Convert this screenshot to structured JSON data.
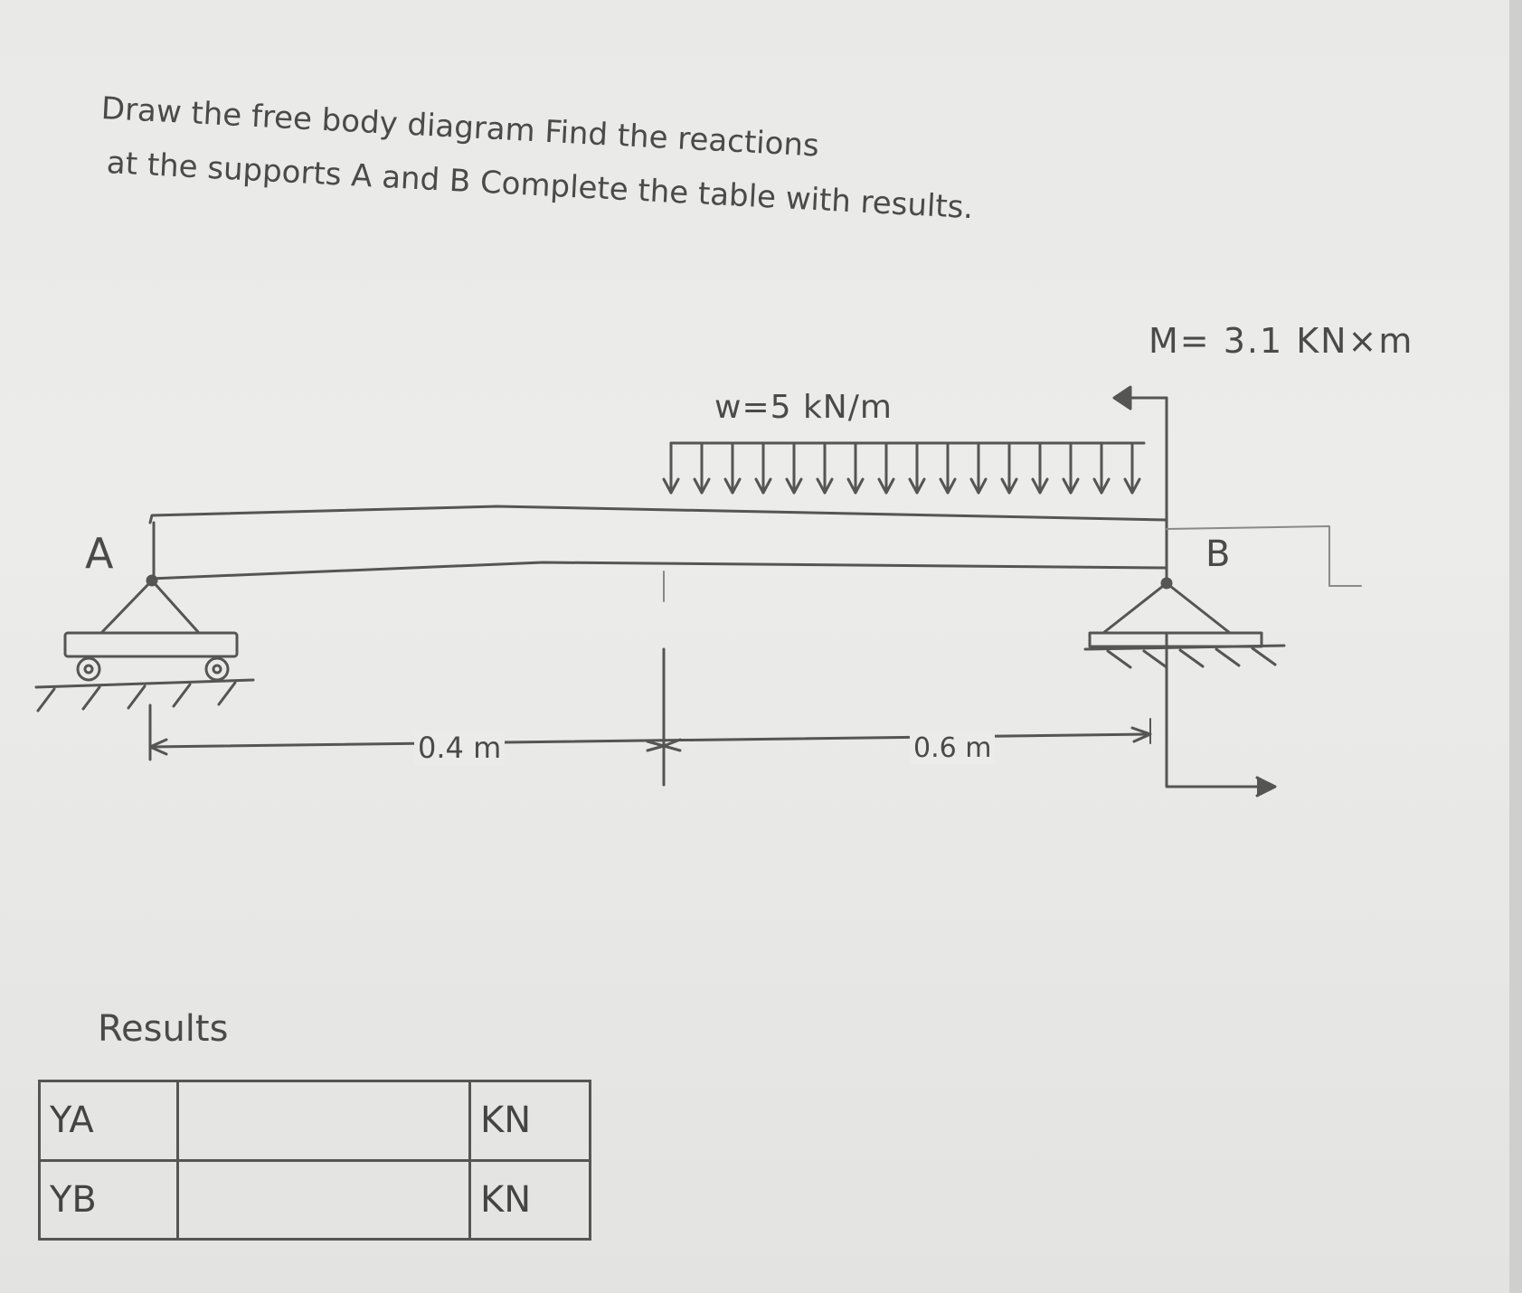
{
  "problem": {
    "line1": "Draw the free body diagram Find the reactions",
    "line2": "at the supports A and B Complete the table with results."
  },
  "beam": {
    "support_A_label": "A",
    "support_B_label": "B",
    "distributed_load_label": "w=5 kN/m",
    "moment_label": "M= 3.1 KN×m",
    "dimension_1": "0.4 m",
    "dimension_2": "0.6 m"
  },
  "results": {
    "title": "Results",
    "rows": [
      {
        "label": "YA",
        "value": "",
        "unit": "KN"
      },
      {
        "label": "YB",
        "value": "",
        "unit": "KN"
      }
    ]
  },
  "colors": {
    "ink": "#4a4a4a",
    "paper": "#ebebe9"
  }
}
